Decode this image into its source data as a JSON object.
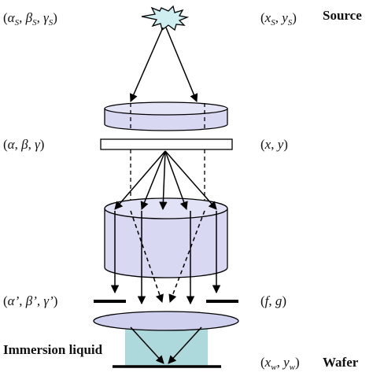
{
  "labels": {
    "source_angles": {
      "a": "α",
      "a_sub": "S",
      "b": "β",
      "b_sub": "S",
      "c": "γ",
      "c_sub": "S"
    },
    "source_coords": {
      "x": "x",
      "x_sub": "S",
      "y": "y",
      "y_sub": "S"
    },
    "source_name": "Source",
    "mask_angles": {
      "a": "α",
      "b": "β",
      "c": "γ"
    },
    "mask_coords": {
      "x": "x",
      "y": "y"
    },
    "pupil_angles": {
      "a": "α’",
      "b": "β’",
      "c": "γ’"
    },
    "pupil_coords": {
      "x": "f",
      "y": "g"
    },
    "immersion": "Immersion liquid",
    "wafer_coords": {
      "x": "x",
      "x_sub": "w",
      "y": "y",
      "y_sub": "w"
    },
    "wafer_name": "Wafer"
  },
  "colors": {
    "lens_fill": "#d8d8f2",
    "lens_fill_front": "#cfcfee",
    "immersion_fill": "#aed9dc",
    "source_fill": "#cfeef0",
    "line": "#000000"
  }
}
